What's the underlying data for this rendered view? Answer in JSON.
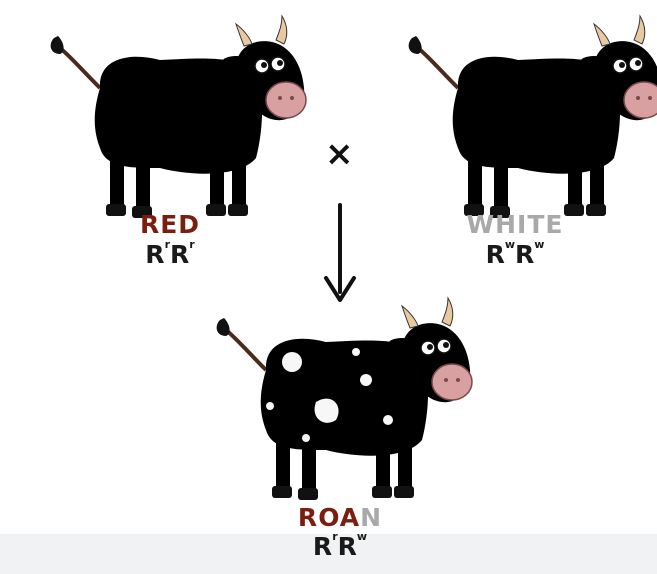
{
  "colors": {
    "red": "#7b1e10",
    "white_label": "#a9a9a9",
    "brown_coat": "#8b3a19",
    "white_coat": "#f7f7f7",
    "nose": "#d8a0a0",
    "horn": "#e9c9a2",
    "hoof": "#111111"
  },
  "symbols": {
    "cross": "×"
  },
  "red_parent": {
    "name": "RED",
    "allele_letter": "R",
    "allele_sup": "r"
  },
  "white_parent": {
    "name": "WHITE",
    "allele_letter": "R",
    "allele_sup": "w"
  },
  "offspring": {
    "name_part1": "R",
    "name_part2": "OA",
    "name_part3": "N",
    "allele_letter": "R",
    "allele_sup_1": "r",
    "allele_sup_2": "w"
  }
}
